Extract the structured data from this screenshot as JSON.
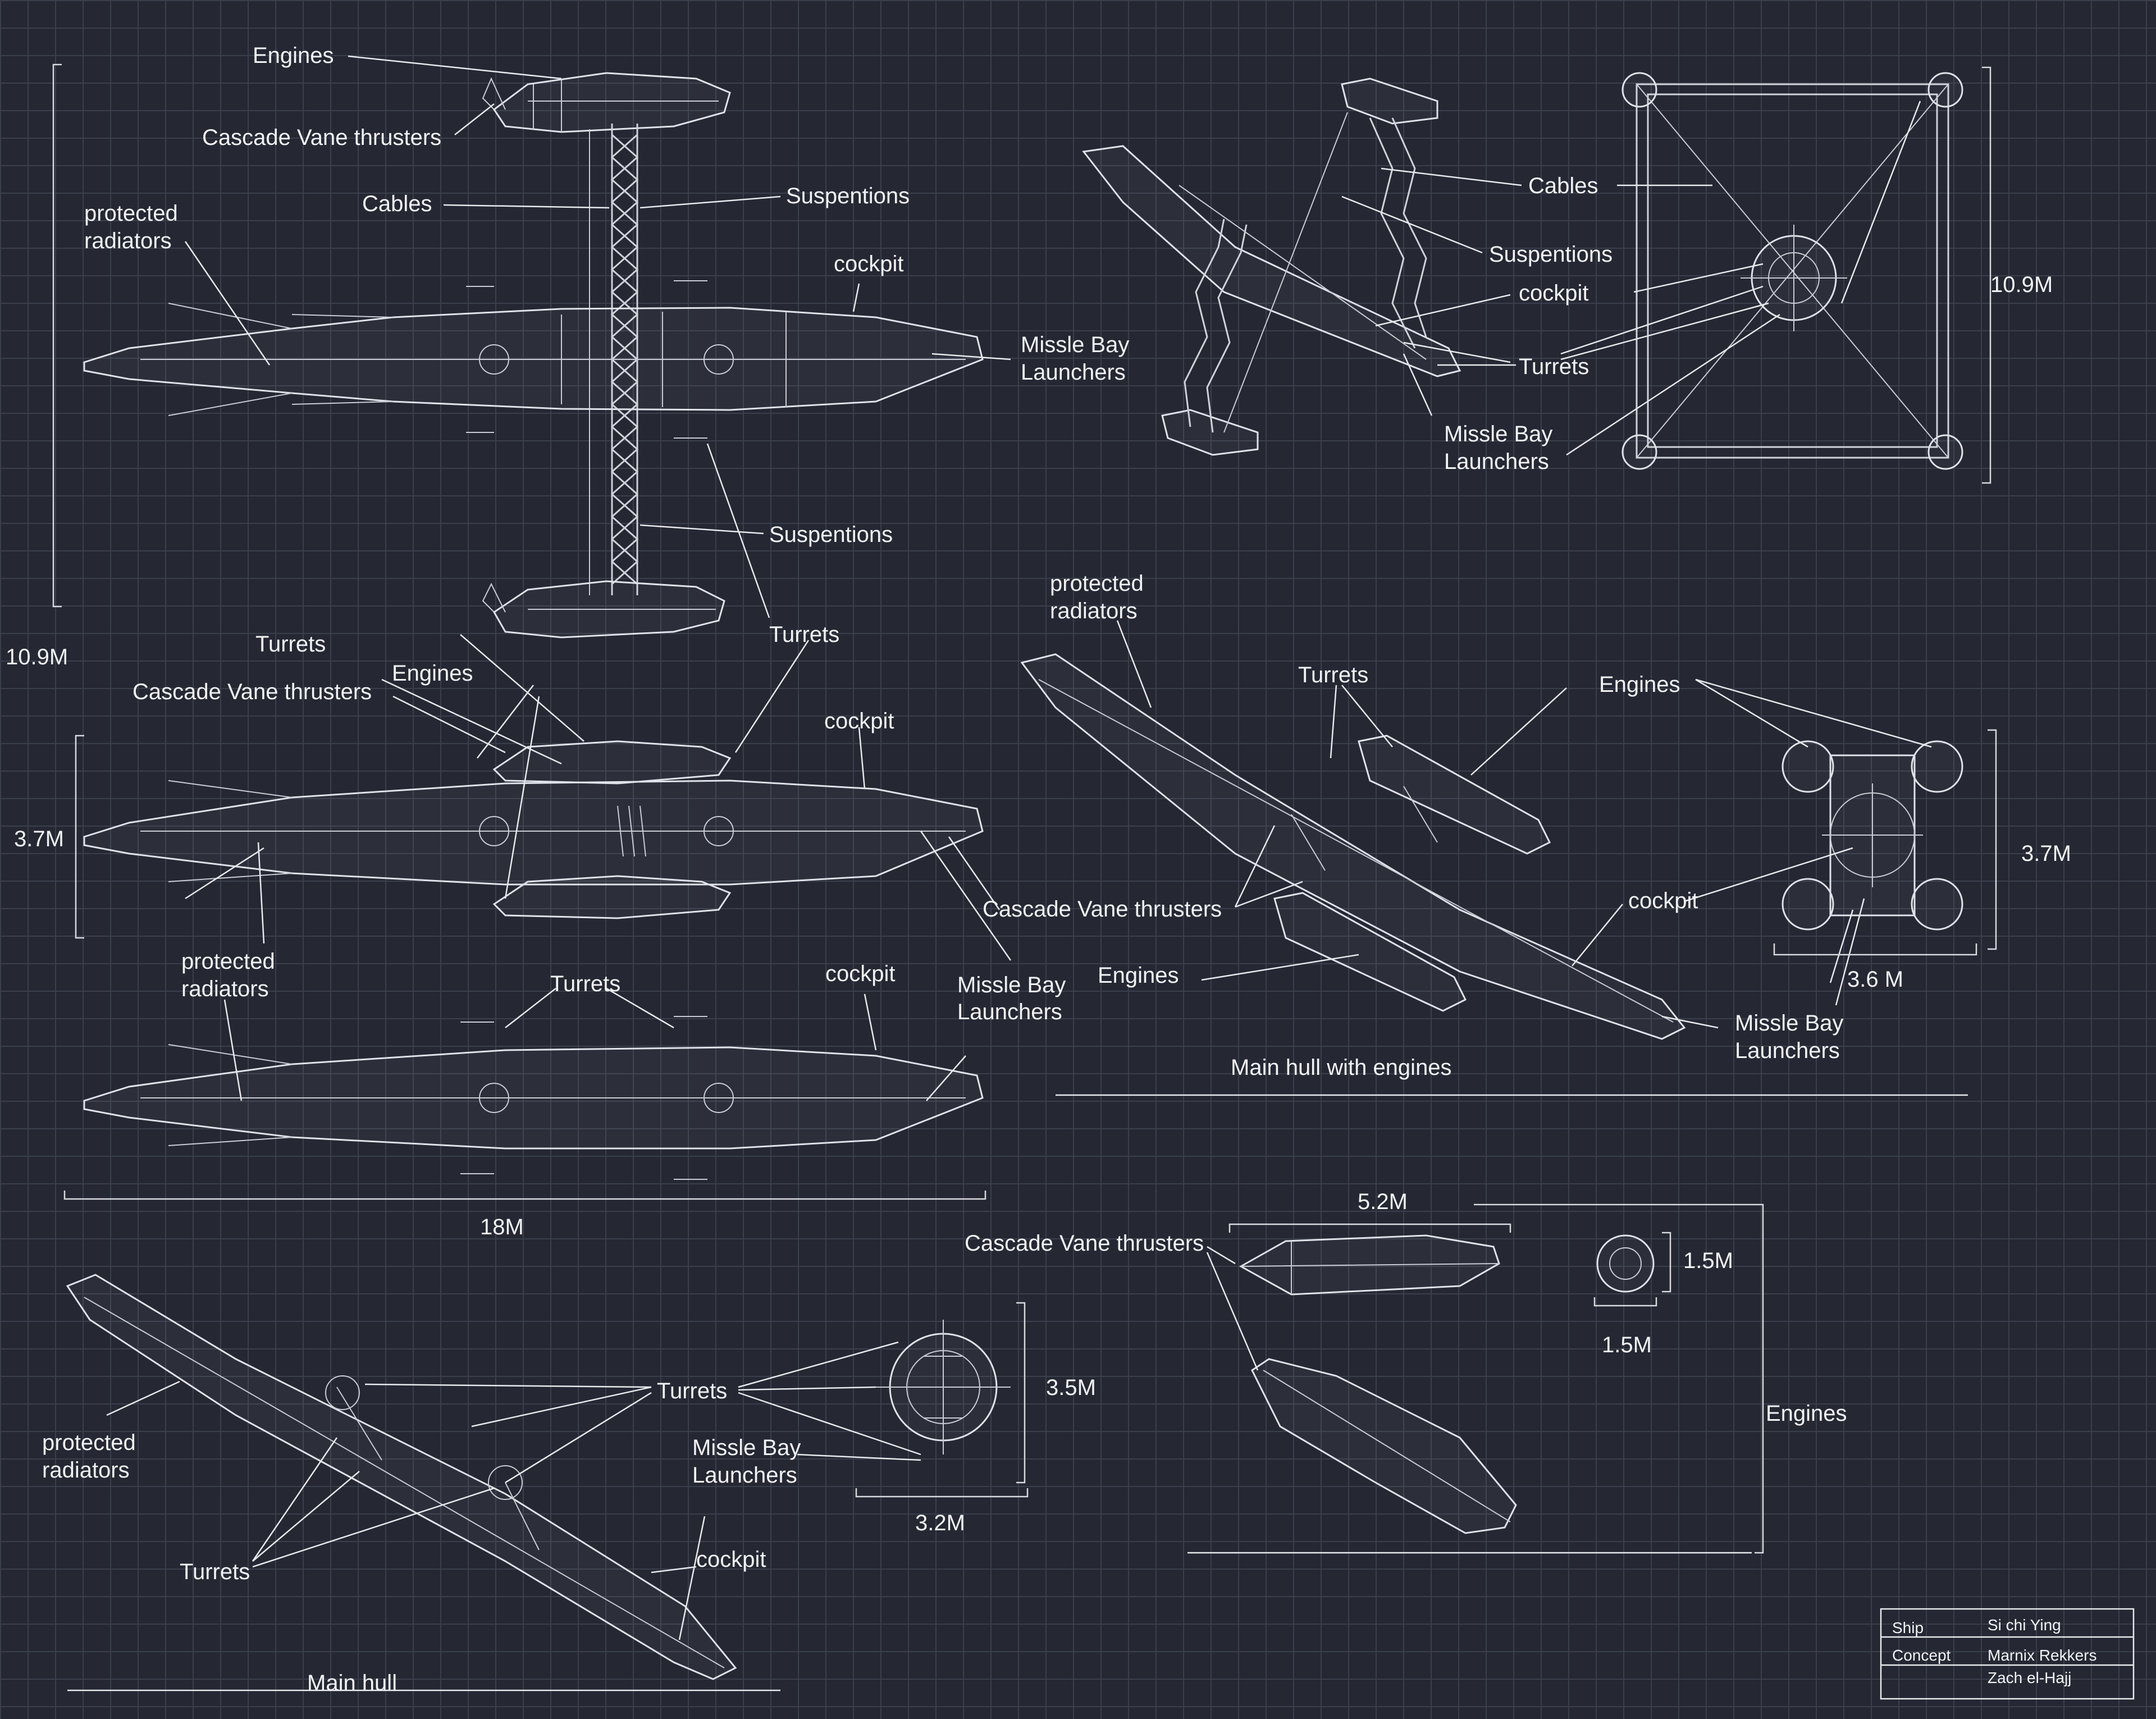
{
  "labels": {
    "engines": "Engines",
    "cascade_vane_thrusters": "Cascade Vane thrusters",
    "cables": "Cables",
    "suspentions": "Suspentions",
    "protected": "protected",
    "radiators": "radiators",
    "cockpit": "cockpit",
    "missle_bay": "Missle Bay",
    "launchers": "Launchers",
    "turrets": "Turrets"
  },
  "dimensions": {
    "height_10_9": "10.9M",
    "height_3_7": "3.7M",
    "length_18": "18M",
    "width_3_6": "3.6 M",
    "main_hull_3_5": "3.5M",
    "main_hull_3_2": "3.2M",
    "engine_length_5_2": "5.2M",
    "engine_1_5": "1.5M"
  },
  "captions": {
    "main_hull_with_engines": "Main hull with engines",
    "main_hull": "Main hull"
  },
  "title_block": {
    "ship_label": "Ship",
    "ship_name": "Si chi Ying",
    "concept_label": "Concept",
    "author_1": "Marnix Rekkers",
    "author_2": "Zach el-Hajj"
  }
}
